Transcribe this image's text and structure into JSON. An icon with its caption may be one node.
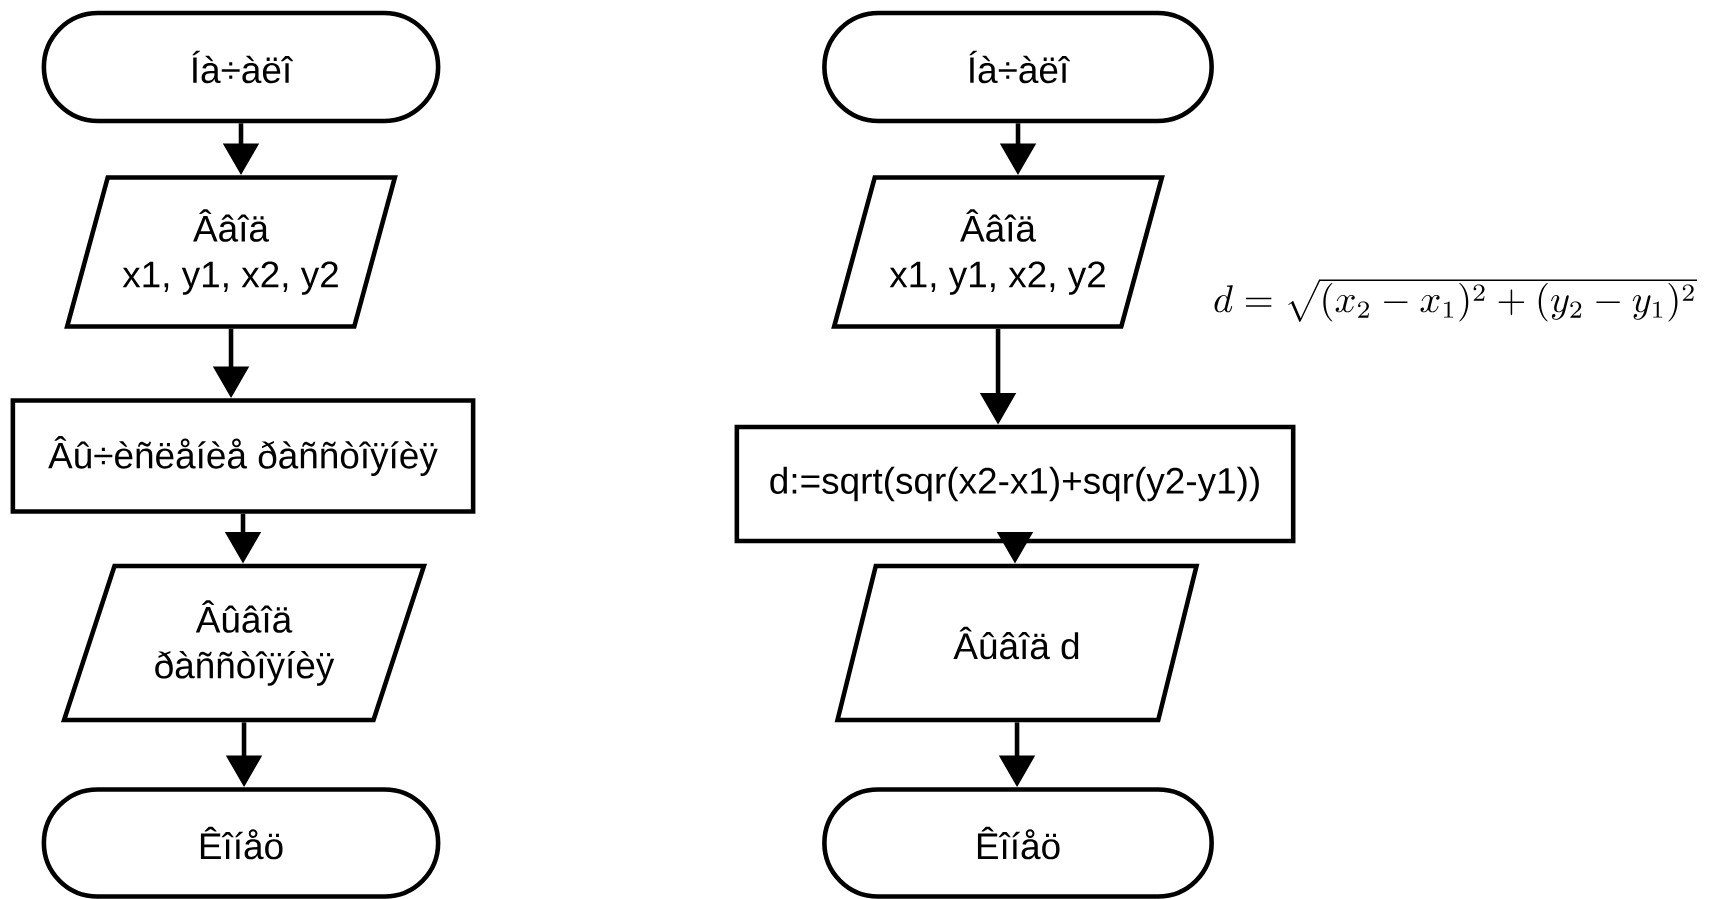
{
  "diagram": {
    "nodes": [
      {
        "text": [
          "Íà÷àëî"
        ]
      },
      {
        "text": [
          "Ââîä",
          "x1, y1, x2, y2"
        ]
      },
      {
        "text": [
          "Âû÷èñëåíèå ðàññòîÿíèÿ"
        ]
      },
      {
        "text": [
          "Âûâîä",
          "ðàññòîÿíèÿ"
        ]
      },
      {
        "text": [
          "Êîíåö"
        ]
      },
      {
        "text": [
          "Íà÷àëî"
        ]
      },
      {
        "text": [
          "Ââîä",
          "x1, y1, x2, y2"
        ]
      },
      {
        "text": [
          "d:=sqrt(sqr(x2-x1)+sqr(y2-y1))"
        ]
      },
      {
        "text": [
          "Âûâîä d"
        ]
      },
      {
        "text": [
          "Êîíåö"
        ]
      }
    ],
    "edges": [
      {
        "from": 0,
        "to": 1,
        "arrow": "to"
      },
      {
        "from": 1,
        "to": 2,
        "arrow": "to"
      },
      {
        "from": 2,
        "to": 3,
        "arrow": "to"
      },
      {
        "from": 3,
        "to": 4,
        "arrow": "to"
      },
      {
        "from": 5,
        "to": 6,
        "arrow": "to"
      },
      {
        "from": 6,
        "to": 7,
        "arrow": "to"
      },
      {
        "from": 7,
        "to": 8,
        "arrow": "to"
      },
      {
        "from": 8,
        "to": 9,
        "arrow": "to"
      }
    ],
    "labels": [
      "d = \\sqrt{(x_2 - x_1)^2 + (y_2 - y_1)^2}"
    ]
  }
}
